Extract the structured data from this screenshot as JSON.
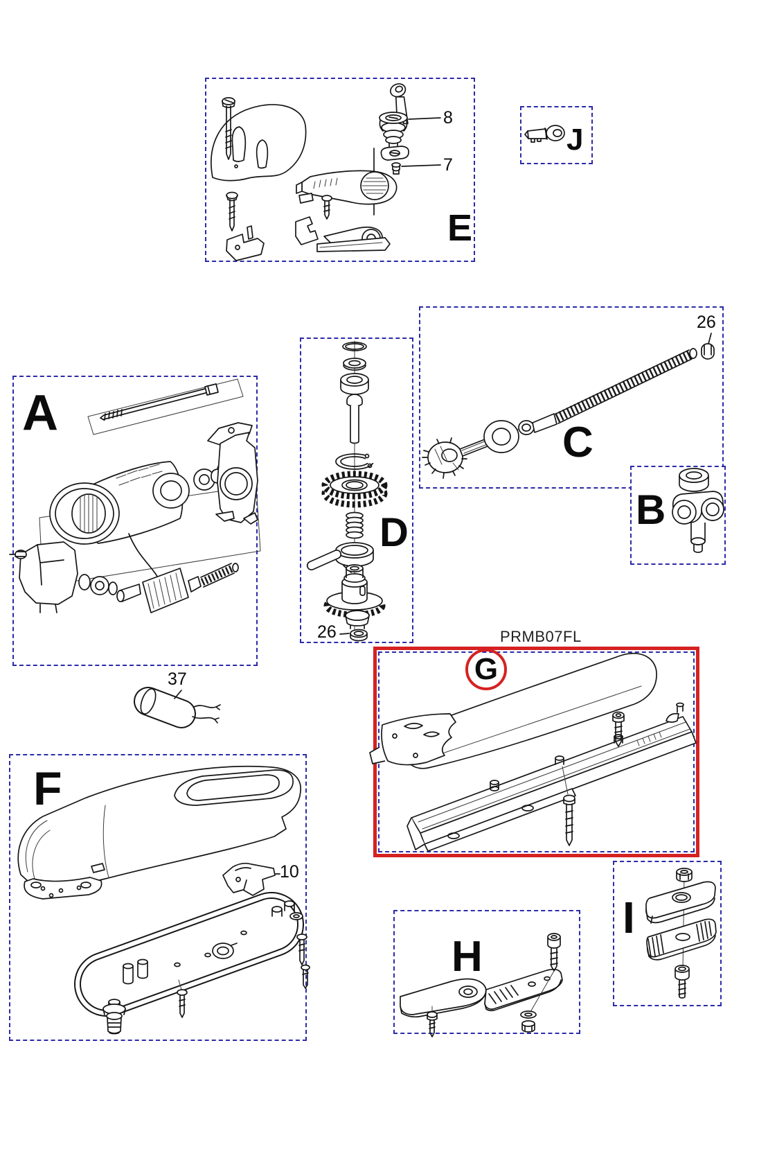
{
  "page": {
    "background": "#ffffff"
  },
  "colors": {
    "box_outline": "#2b2aa8",
    "highlight_outline": "#d52221",
    "ink": "#161616"
  },
  "highlighted_part": {
    "code": "PRMB07FL",
    "section": "G"
  },
  "sections": {
    "A": {
      "label": "A"
    },
    "B": {
      "label": "B"
    },
    "C": {
      "label": "C",
      "callouts": [
        "26"
      ]
    },
    "D": {
      "label": "D",
      "callouts": [
        "26"
      ]
    },
    "E": {
      "label": "E",
      "callouts": [
        "8",
        "7"
      ]
    },
    "F": {
      "label": "F",
      "callouts": [
        "10"
      ]
    },
    "G": {
      "label": "G",
      "code": "PRMB07FL",
      "highlighted": true
    },
    "H": {
      "label": "H"
    },
    "I": {
      "label": "I"
    },
    "J": {
      "label": "J"
    }
  },
  "callouts": {
    "n8": {
      "text": "8"
    },
    "n7": {
      "text": "7"
    },
    "n26c": {
      "text": "26"
    },
    "n26d": {
      "text": "26"
    },
    "n37": {
      "text": "37"
    },
    "n10": {
      "text": "10"
    }
  }
}
